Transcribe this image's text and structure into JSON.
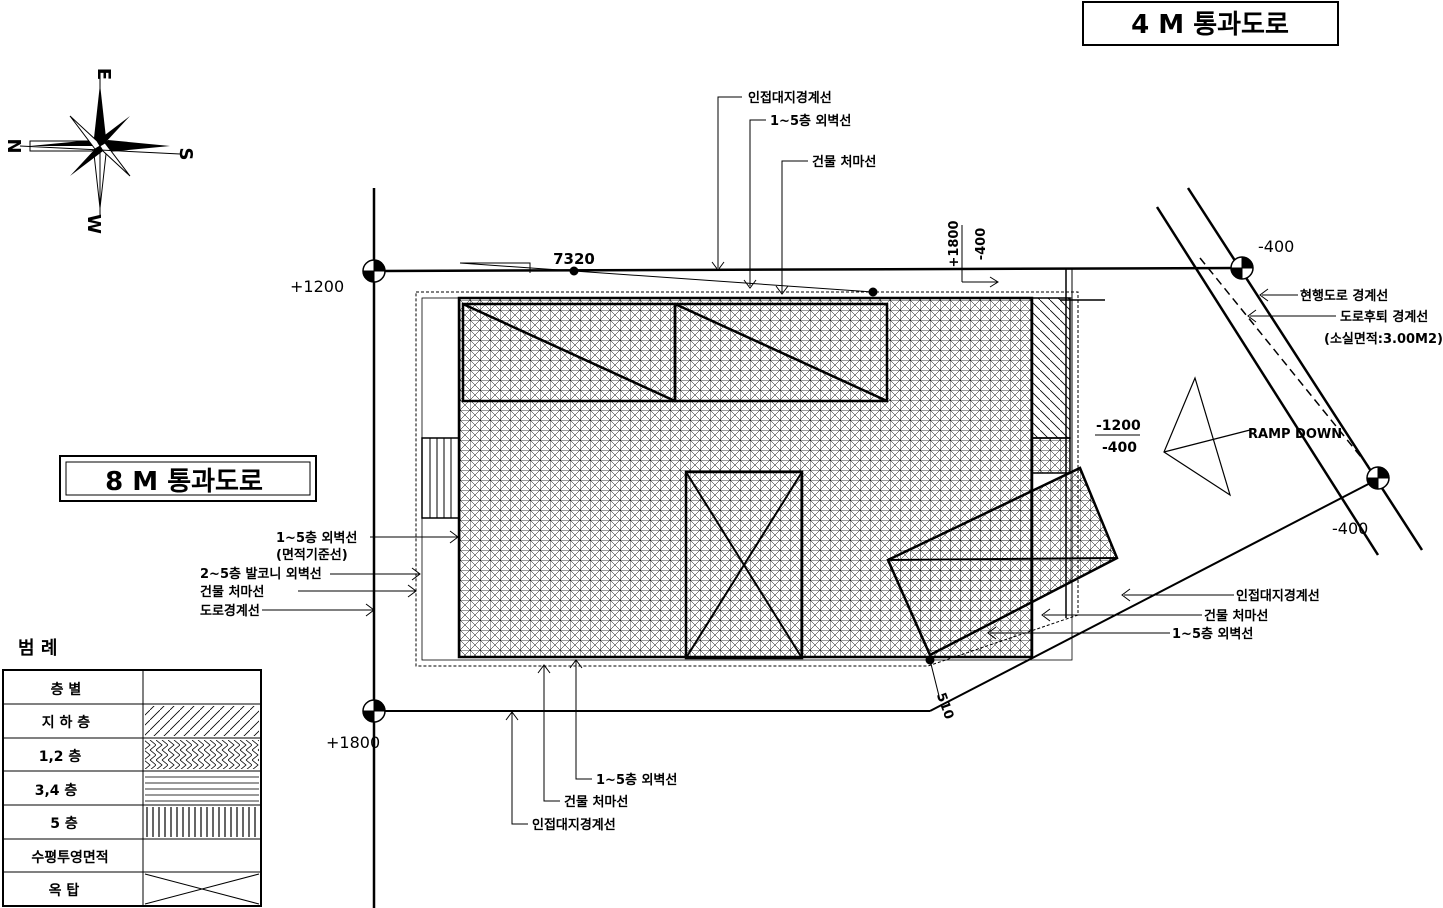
{
  "roads": {
    "top": "4 M 통과도로",
    "left": "8 M 통과도로"
  },
  "compass": {
    "top": "E",
    "left": "N",
    "right": "S",
    "bottom": "W"
  },
  "levels": {
    "a": "+1200",
    "b": "+1800",
    "c": "-400",
    "d": "-400",
    "e": "+1800",
    "f": "-400",
    "g": "-1200",
    "h": "-400"
  },
  "dims": {
    "top": "7320",
    "corner": "510"
  },
  "ramp": "RAMP DOWN",
  "labels_top": [
    "인접대지경계선",
    "1~5층 외벽선",
    "건물 처마선"
  ],
  "labels_right_top": [
    "현행도로 경계선",
    "도로후퇴 경계선",
    "(소실면적:3.00M2)"
  ],
  "labels_right_bottom": [
    "인접대지경계선",
    "건물 처마선",
    "1~5층 외벽선"
  ],
  "labels_left": [
    "1~5층 외벽선",
    "(면적기준선)",
    "2~5층 발코니 외벽선",
    "건물 처마선",
    "도로경계선"
  ],
  "labels_bottom": [
    "1~5층 외벽선",
    "건물 처마선",
    "인접대지경계선"
  ],
  "legend": {
    "title": "범    례",
    "rows": [
      "층 별",
      "지 하 층",
      "1,2 층",
      "3,4 층",
      "5    층",
      "수평투영면적",
      "옥    탑"
    ]
  }
}
